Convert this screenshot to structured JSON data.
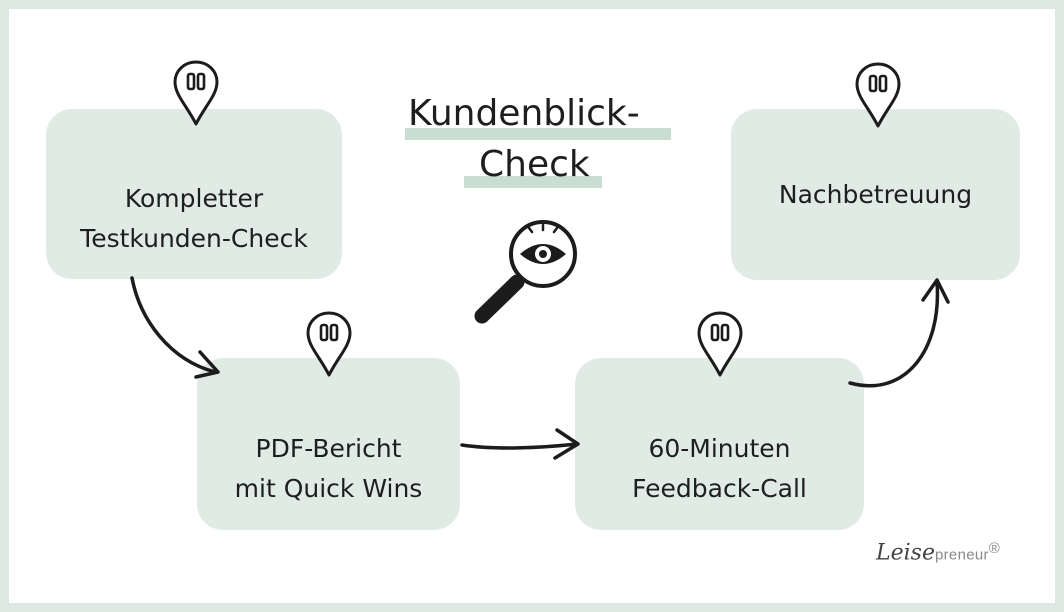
{
  "title": {
    "line1": "Kundenblick-",
    "line2": "Check"
  },
  "steps": [
    {
      "line1": "Kompletter",
      "line2": "Testkunden-Check"
    },
    {
      "line1": "PDF-Bericht",
      "line2": "mit Quick Wins"
    },
    {
      "line1": "60-Minuten",
      "line2": "Feedback-Call"
    },
    {
      "line1": "Nachbetreuung"
    }
  ],
  "brand": {
    "script": "Leise",
    "rest": "preneur",
    "mark": "®"
  },
  "colors": {
    "box_fill": "#e1ebe6",
    "frame": "#dce9e3",
    "highlight": "#c9ddd3",
    "ink": "#1c1c1c"
  },
  "icons": [
    "map-pin-icon",
    "magnifier-eye-icon",
    "arrow-icon"
  ]
}
